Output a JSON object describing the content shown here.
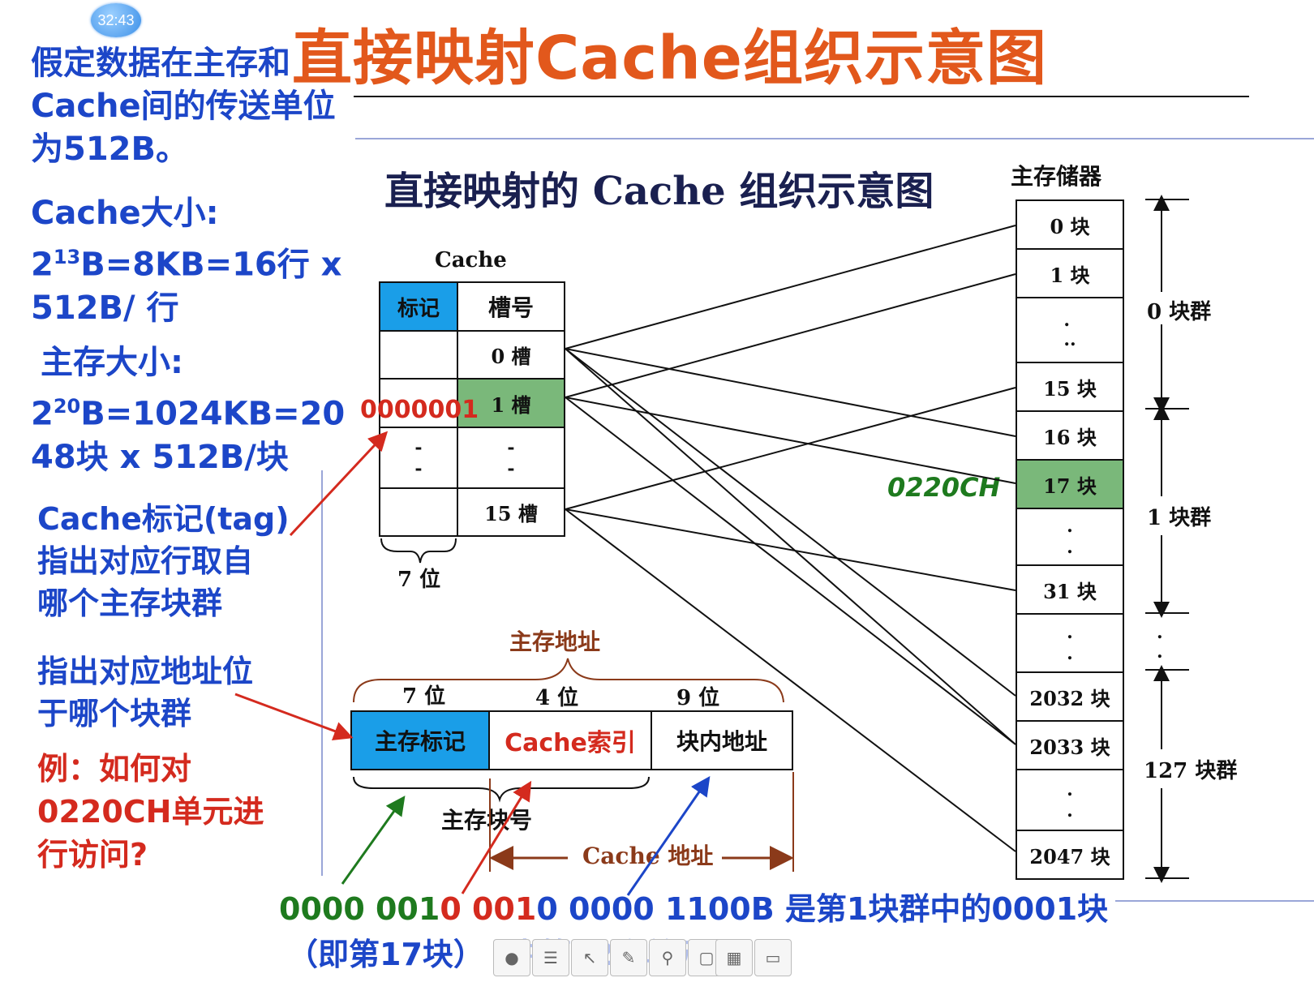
{
  "timer": "32:43",
  "title": "直接映射Cache组织示意图",
  "left_notes": {
    "transfer": [
      "假定数据在主存和",
      "Cache间的传送单位",
      "为512B。"
    ],
    "cache_size_label": "Cache大小:",
    "cache_size_line1_base": "2",
    "cache_size_line1_exp": "13",
    "cache_size_line1_rest": "B=8KB=16行 x",
    "cache_size_line2": "512B/ 行",
    "main_size_label": "主存大小:",
    "main_size_line1_base": "2",
    "main_size_line1_exp": "20",
    "main_size_line1_rest": "B=1024KB=20",
    "main_size_line2": "48块 x 512B/块",
    "tag_note": [
      "Cache标记(tag)",
      "指出对应行取自",
      "哪个主存块群"
    ],
    "group_note": [
      "指出对应地址位",
      "于哪个块群"
    ],
    "example": [
      "例：如何对",
      "0220CH单元进",
      "行访问?"
    ]
  },
  "diagram": {
    "subtitle": "直接映射的 Cache 组织示意图",
    "cache_label": "Cache",
    "tag_header": "标记",
    "slot_header": "槽号",
    "slots": [
      "0 槽",
      "1 槽",
      "-\n-",
      "15 槽"
    ],
    "tag_dashes": "-\n-",
    "tag_width": "7 位",
    "tag_value": "0000001",
    "memory_label": "主存储器",
    "blocks": [
      "0 块",
      "1 块",
      ".\n..",
      "15 块",
      "16 块",
      "17 块",
      ".\n.",
      "31 块",
      ".\n.",
      "2032 块",
      "2033 块",
      ".\n.",
      "2047 块"
    ],
    "groups": [
      "0 块群",
      "1 块群",
      "127 块群"
    ],
    "group_dots": ".\n.",
    "address_highlight": "0220CH",
    "main_address_label": "主存地址",
    "field_widths": [
      "7 位",
      "4 位",
      "9 位"
    ],
    "fields": [
      "主存标记",
      "Cache索引",
      "块内地址"
    ],
    "block_number_label": "主存块号",
    "cache_address_label": "Cache 地址"
  },
  "bottom": {
    "part_green": "0000 001",
    "part_red_a": "0 ",
    "part_red_b": "001",
    "part_blue": "0 0000 1100B 是第1块群中的0001块",
    "line2": "（即第17块）",
    "line2_overlay": "中第12个单元!"
  },
  "colors": {
    "title": "#e2581c",
    "note_blue": "#1c46c8",
    "note_red": "#d42a1e",
    "cache_tag_header": "#1a9ee8",
    "highlight_green": "#7ab87a",
    "address_green": "#1e7a1e",
    "brown": "#8b3a1a"
  }
}
